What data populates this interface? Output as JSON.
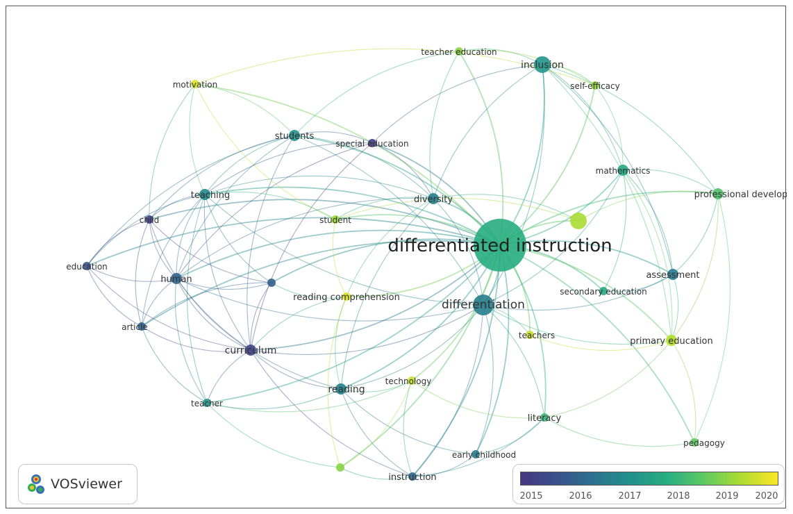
{
  "diagram": {
    "nodes": [
      {
        "id": "di",
        "label": "differentiated instruction",
        "year": 2018.0,
        "weight": 10
      },
      {
        "id": "diff",
        "label": "differentiation",
        "year": 2016.8,
        "weight": 4
      },
      {
        "id": "incl",
        "label": "inclusion",
        "year": 2017.4,
        "weight": 3
      },
      {
        "id": "tedu",
        "label": "teacher education",
        "year": 2019.2,
        "weight": 1
      },
      {
        "id": "seff",
        "label": "self-efficacy",
        "year": 2019.3,
        "weight": 1
      },
      {
        "id": "motiv",
        "label": "motivation",
        "year": 2020.0,
        "weight": 1
      },
      {
        "id": "stud",
        "label": "students",
        "year": 2017.3,
        "weight": 2
      },
      {
        "id": "sped",
        "label": "special education",
        "year": 2015.2,
        "weight": 1
      },
      {
        "id": "math",
        "label": "mathematics",
        "year": 2017.9,
        "weight": 2
      },
      {
        "id": "teach",
        "label": "teaching",
        "year": 2017.1,
        "weight": 2
      },
      {
        "id": "div",
        "label": "diversity",
        "year": 2016.8,
        "weight": 2
      },
      {
        "id": "pdev",
        "label": "professional development",
        "year": 2018.6,
        "weight": 2
      },
      {
        "id": "child",
        "label": "child",
        "year": 2015.4,
        "weight": 1
      },
      {
        "id": "student",
        "label": "student",
        "year": 2019.4,
        "weight": 1
      },
      {
        "id": "unlab",
        "label": "",
        "year": 2019.5,
        "weight": 3
      },
      {
        "id": "edu",
        "label": "education",
        "year": 2015.8,
        "weight": 1
      },
      {
        "id": "human",
        "label": "human",
        "year": 2016.2,
        "weight": 2
      },
      {
        "id": "assess",
        "label": "assessment",
        "year": 2016.7,
        "weight": 2
      },
      {
        "id": "unlab2",
        "label": "",
        "year": 2016.1,
        "weight": 1
      },
      {
        "id": "secedu",
        "label": "secondary education",
        "year": 2017.9,
        "weight": 1
      },
      {
        "id": "rcomp",
        "label": "reading comprehension",
        "year": 2020.0,
        "weight": 1
      },
      {
        "id": "article",
        "label": "article",
        "year": 2016.2,
        "weight": 1
      },
      {
        "id": "teachers",
        "label": "teachers",
        "year": 2019.8,
        "weight": 1
      },
      {
        "id": "pedu",
        "label": "primary education",
        "year": 2019.6,
        "weight": 2
      },
      {
        "id": "curric",
        "label": "curriculum",
        "year": 2015.3,
        "weight": 2
      },
      {
        "id": "tech",
        "label": "technology",
        "year": 2019.8,
        "weight": 1
      },
      {
        "id": "reading",
        "label": "reading",
        "year": 2016.9,
        "weight": 2
      },
      {
        "id": "teacher",
        "label": "teacher",
        "year": 2017.4,
        "weight": 1
      },
      {
        "id": "literacy",
        "label": "literacy",
        "year": 2018.3,
        "weight": 1
      },
      {
        "id": "pedag",
        "label": "pedagogy",
        "year": 2018.8,
        "weight": 1
      },
      {
        "id": "unlab3",
        "label": "",
        "year": 2019.2,
        "weight": 1
      },
      {
        "id": "echild",
        "label": "early childhood",
        "year": 2016.7,
        "weight": 1
      },
      {
        "id": "instr",
        "label": "instruction",
        "year": 2016.3,
        "weight": 1
      }
    ],
    "edges": [
      [
        "di",
        "diff"
      ],
      [
        "di",
        "incl"
      ],
      [
        "di",
        "tedu"
      ],
      [
        "di",
        "seff"
      ],
      [
        "di",
        "stud"
      ],
      [
        "di",
        "sped"
      ],
      [
        "di",
        "math"
      ],
      [
        "di",
        "teach"
      ],
      [
        "di",
        "div"
      ],
      [
        "di",
        "pdev"
      ],
      [
        "di",
        "child"
      ],
      [
        "di",
        "student"
      ],
      [
        "di",
        "unlab"
      ],
      [
        "di",
        "edu"
      ],
      [
        "di",
        "human"
      ],
      [
        "di",
        "assess"
      ],
      [
        "di",
        "unlab2"
      ],
      [
        "di",
        "secedu"
      ],
      [
        "di",
        "rcomp"
      ],
      [
        "di",
        "article"
      ],
      [
        "di",
        "teachers"
      ],
      [
        "di",
        "pedu"
      ],
      [
        "di",
        "curric"
      ],
      [
        "di",
        "tech"
      ],
      [
        "di",
        "reading"
      ],
      [
        "di",
        "teacher"
      ],
      [
        "di",
        "literacy"
      ],
      [
        "di",
        "pedag"
      ],
      [
        "di",
        "unlab3"
      ],
      [
        "di",
        "echild"
      ],
      [
        "di",
        "instr"
      ],
      [
        "di",
        "motiv"
      ],
      [
        "diff",
        "incl"
      ],
      [
        "diff",
        "teach"
      ],
      [
        "diff",
        "stud"
      ],
      [
        "diff",
        "reading"
      ],
      [
        "diff",
        "literacy"
      ],
      [
        "diff",
        "assess"
      ],
      [
        "diff",
        "pedu"
      ],
      [
        "diff",
        "human"
      ],
      [
        "diff",
        "curric"
      ],
      [
        "diff",
        "echild"
      ],
      [
        "diff",
        "instr"
      ],
      [
        "diff",
        "div"
      ],
      [
        "diff",
        "math"
      ],
      [
        "diff",
        "teachers"
      ],
      [
        "incl",
        "tedu"
      ],
      [
        "incl",
        "seff"
      ],
      [
        "incl",
        "math"
      ],
      [
        "incl",
        "pdev"
      ],
      [
        "incl",
        "sped"
      ],
      [
        "incl",
        "div"
      ],
      [
        "incl",
        "pedu"
      ],
      [
        "incl",
        "assess"
      ],
      [
        "tedu",
        "div"
      ],
      [
        "tedu",
        "seff"
      ],
      [
        "tedu",
        "stud"
      ],
      [
        "motiv",
        "stud"
      ],
      [
        "motiv",
        "child"
      ],
      [
        "motiv",
        "teach"
      ],
      [
        "motiv",
        "seff"
      ],
      [
        "motiv",
        "student"
      ],
      [
        "stud",
        "teach"
      ],
      [
        "stud",
        "sped"
      ],
      [
        "stud",
        "child"
      ],
      [
        "stud",
        "human"
      ],
      [
        "stud",
        "div"
      ],
      [
        "stud",
        "curric"
      ],
      [
        "stud",
        "edu"
      ],
      [
        "sped",
        "teach"
      ],
      [
        "sped",
        "div"
      ],
      [
        "sped",
        "curric"
      ],
      [
        "sped",
        "human"
      ],
      [
        "math",
        "pdev"
      ],
      [
        "math",
        "assess"
      ],
      [
        "math",
        "pedu"
      ],
      [
        "math",
        "secedu"
      ],
      [
        "math",
        "seff"
      ],
      [
        "teach",
        "child"
      ],
      [
        "teach",
        "human"
      ],
      [
        "teach",
        "edu"
      ],
      [
        "teach",
        "article"
      ],
      [
        "teach",
        "curric"
      ],
      [
        "teach",
        "teacher"
      ],
      [
        "teach",
        "student"
      ],
      [
        "teach",
        "unlab2"
      ],
      [
        "teach",
        "div"
      ],
      [
        "child",
        "edu"
      ],
      [
        "child",
        "human"
      ],
      [
        "child",
        "curric"
      ],
      [
        "child",
        "article"
      ],
      [
        "child",
        "unlab2"
      ],
      [
        "edu",
        "human"
      ],
      [
        "edu",
        "article"
      ],
      [
        "edu",
        "curric"
      ],
      [
        "human",
        "article"
      ],
      [
        "human",
        "curric"
      ],
      [
        "human",
        "unlab2"
      ],
      [
        "human",
        "teacher"
      ],
      [
        "human",
        "reading"
      ],
      [
        "human",
        "div"
      ],
      [
        "article",
        "curric"
      ],
      [
        "article",
        "teacher"
      ],
      [
        "article",
        "unlab2"
      ],
      [
        "curric",
        "unlab2"
      ],
      [
        "curric",
        "reading"
      ],
      [
        "curric",
        "teacher"
      ],
      [
        "curric",
        "instr"
      ],
      [
        "curric",
        "rcomp"
      ],
      [
        "reading",
        "instr"
      ],
      [
        "reading",
        "tech"
      ],
      [
        "reading",
        "rcomp"
      ],
      [
        "reading",
        "teacher"
      ],
      [
        "reading",
        "echild"
      ],
      [
        "rcomp",
        "student"
      ],
      [
        "rcomp",
        "unlab2"
      ],
      [
        "rcomp",
        "unlab3"
      ],
      [
        "student",
        "div"
      ],
      [
        "student",
        "unlab"
      ],
      [
        "div",
        "unlab"
      ],
      [
        "div",
        "reading"
      ],
      [
        "div",
        "rcomp"
      ],
      [
        "assess",
        "pedu"
      ],
      [
        "assess",
        "secedu"
      ],
      [
        "assess",
        "pdev"
      ],
      [
        "pedu",
        "pdev"
      ],
      [
        "pedu",
        "pedag"
      ],
      [
        "pedu",
        "literacy"
      ],
      [
        "pedu",
        "teachers"
      ],
      [
        "pdev",
        "pedag"
      ],
      [
        "pdev",
        "unlab"
      ],
      [
        "literacy",
        "pedag"
      ],
      [
        "literacy",
        "echild"
      ],
      [
        "literacy",
        "tech"
      ],
      [
        "literacy",
        "instr"
      ],
      [
        "tech",
        "instr"
      ],
      [
        "tech",
        "unlab3"
      ],
      [
        "instr",
        "unlab3"
      ],
      [
        "instr",
        "echild"
      ],
      [
        "teacher",
        "unlab3"
      ],
      [
        "teacher",
        "tech"
      ]
    ],
    "colormap": [
      "#453781",
      "#3b528b",
      "#2c728e",
      "#21918c",
      "#28ae80",
      "#5ec962",
      "#addc30",
      "#fde725"
    ],
    "year_range": [
      2015,
      2020.3
    ]
  },
  "logo": {
    "text": "VOSviewer",
    "icon": "vosviewer-logo-icon"
  },
  "legend": {
    "ticks": [
      "2015",
      "2016",
      "2017",
      "2018",
      "2019",
      "2020"
    ]
  }
}
